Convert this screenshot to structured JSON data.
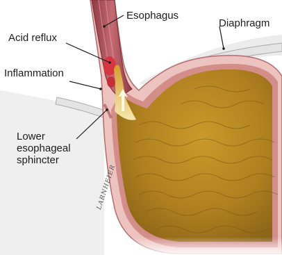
{
  "labels": {
    "esophagus": "Esophagus",
    "diaphragm": "Diaphragm",
    "acid_reflux": "Acid reflux",
    "inflammation": "Inflammation",
    "lower_esophageal_sphincter": [
      "Lower",
      "esophageal",
      "sphincter"
    ]
  },
  "signature": "LARNHEIER",
  "colors": {
    "background": "#ffffff",
    "stomach_wall": "#e8b7b3",
    "stomach_lining": "#c9847f",
    "stomach_contents": "#b8860b",
    "esophagus": "#b3545c",
    "acid": "#e9c84a",
    "inflammation": "#d8303c",
    "diaphragm": "#d7d7d7",
    "leader_line": "#1c1c1c"
  }
}
